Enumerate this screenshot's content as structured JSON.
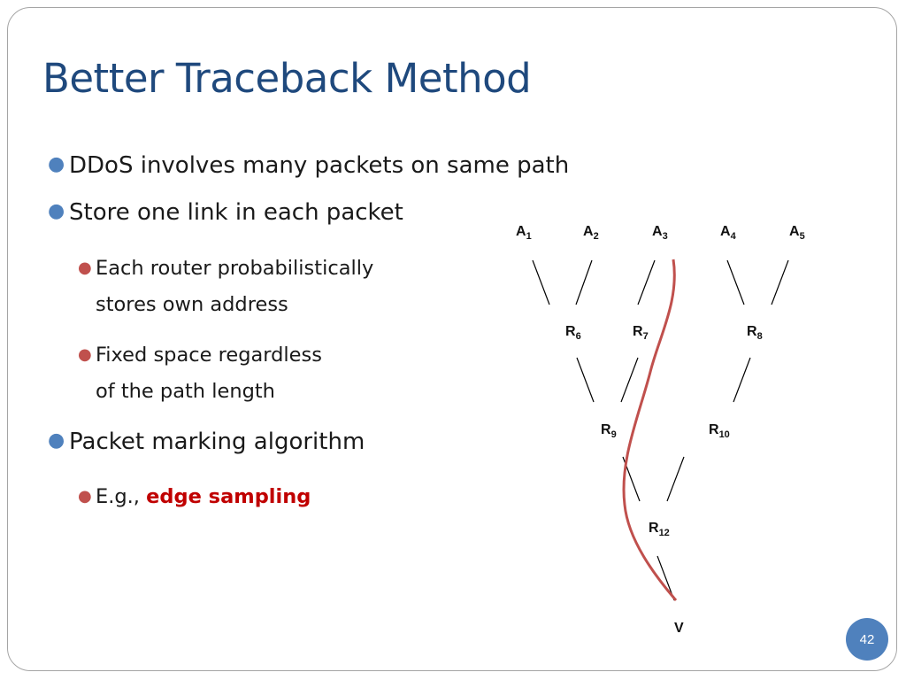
{
  "slide": {
    "title": "Better Traceback Method",
    "page_number": "42"
  },
  "bullets": [
    {
      "text": "DDoS involves many packets on same path"
    },
    {
      "text": "Store one link in each packet"
    },
    {
      "line1": "Each router probabilistically",
      "line2": "stores own address"
    },
    {
      "line1": "Fixed space regardless",
      "line2": "of the path length"
    },
    {
      "text": "Packet marking algorithm"
    },
    {
      "prefix": "E.g., ",
      "highlight": "edge sampling"
    }
  ],
  "diagram": {
    "nodes": {
      "a1": {
        "base": "A",
        "sub": "1"
      },
      "a2": {
        "base": "A",
        "sub": "2"
      },
      "a3": {
        "base": "A",
        "sub": "3"
      },
      "a4": {
        "base": "A",
        "sub": "4"
      },
      "a5": {
        "base": "A",
        "sub": "5"
      },
      "r6": {
        "base": "R",
        "sub": "6"
      },
      "r7": {
        "base": "R",
        "sub": "7"
      },
      "r8": {
        "base": "R",
        "sub": "8"
      },
      "r9": {
        "base": "R",
        "sub": "9"
      },
      "r10": {
        "base": "R",
        "sub": "10"
      },
      "r12": {
        "base": "R",
        "sub": "12"
      },
      "v": {
        "base": "V",
        "sub": ""
      }
    },
    "colors": {
      "path": "#c0504d",
      "link": "#000000"
    }
  },
  "colors": {
    "title": "#1f497d",
    "bullet_level1": "#4f81bd",
    "bullet_level2": "#c0504d",
    "highlight": "#c00000",
    "badge": "#4f81bd"
  }
}
